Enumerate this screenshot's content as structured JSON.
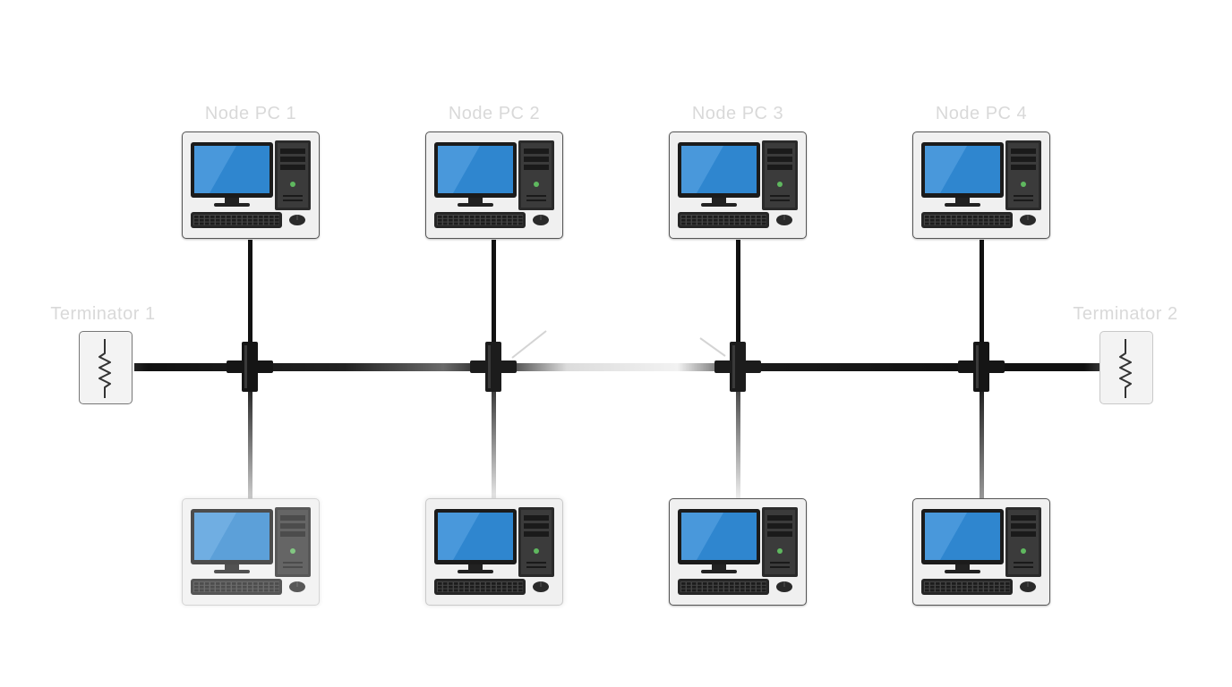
{
  "top_nodes": [
    {
      "label": "Node PC 1"
    },
    {
      "label": "Node PC 2"
    },
    {
      "label": "Node PC 3"
    },
    {
      "label": "Node PC 4"
    }
  ],
  "terminators": [
    {
      "label": "Terminator 1"
    },
    {
      "label": "Terminator 2"
    }
  ],
  "icons": {
    "computer": "desktop-computer-icon",
    "terminator": "resistor-icon",
    "connector": "t-connector-icon"
  },
  "colors": {
    "cable": "#111111",
    "screen": "#2f86cf",
    "card_bg": "#f0f0f0",
    "faint_text": "#d9d9d9"
  }
}
